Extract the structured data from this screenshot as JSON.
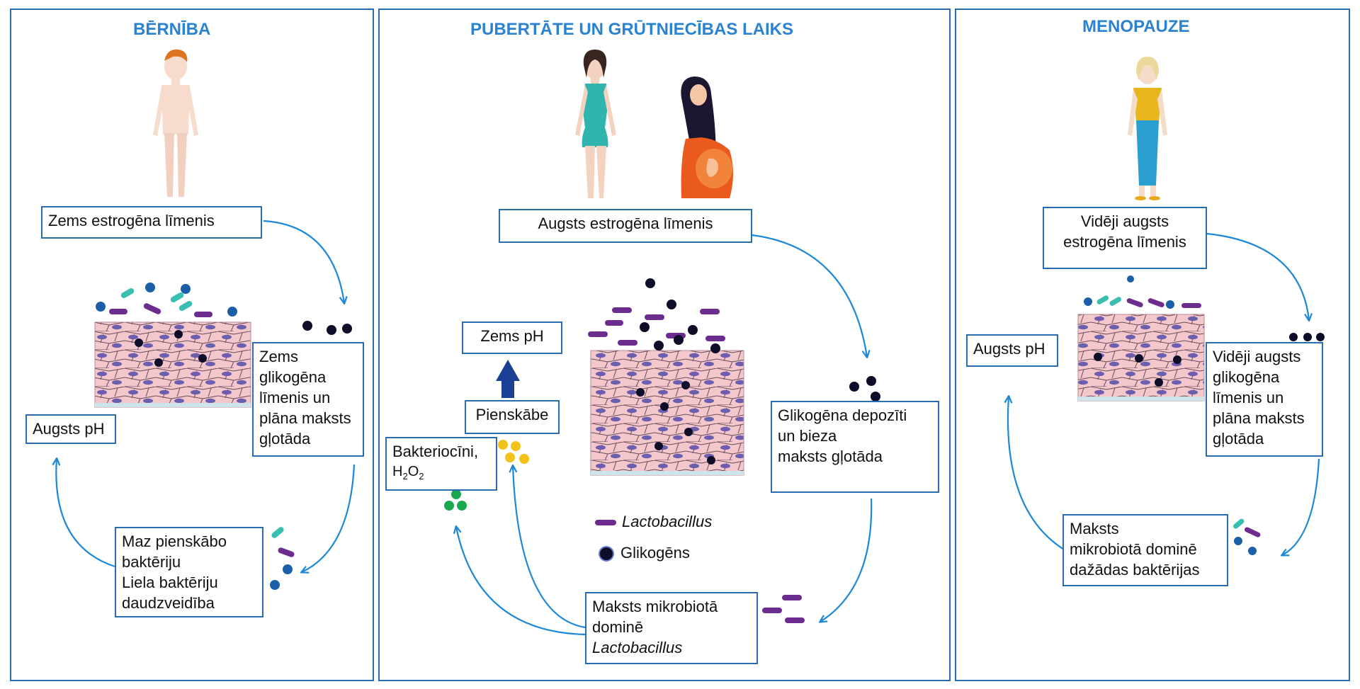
{
  "colors": {
    "frame": "#2a6cb0",
    "title": "#2a82d0",
    "arrow": "#1e88d8",
    "tissue": "#f3c7cc",
    "cell_nucleus": "#6b5fb0",
    "lactobacillus": "#6d2d8f",
    "glycogen": "#0e0e2a",
    "bacteriocin_yellow": "#f2c21a",
    "h2o2_green": "#1aa84e"
  },
  "panels": [
    {
      "title": "BĒRNĪBA",
      "boxes": {
        "estrogen": "Zems estrogēna līmenis",
        "glycogen": "Zems\nglikogēna\nlīmenis un\nplāna maksts\ngļotāda",
        "ph": "Augsts pH",
        "bacteria": "Maz pienskābo\nbaktēriju\nLiela baktēriju\ndaudzveidība"
      }
    },
    {
      "title": "PUBERTĀTE UN GRŪTNIECĪBAS LAIKS",
      "boxes": {
        "estrogen": "Augsts estrogēna līmenis",
        "ph": "Zems pH",
        "lactic": "Pienskābe",
        "glycogen": "Glikogēna depozīti\nun bieza\nmaksts gļotāda",
        "bacteriocins_line1": "Bakteriocīni,",
        "bacteriocins_line2": "H2O2",
        "micro_line1": "Maksts mikrobiotā",
        "micro_line2": "dominē",
        "micro_line3": "Lactobacillus"
      },
      "legend": {
        "lactobacillus": "Lactobacillus",
        "glycogen": "Glikogēns"
      }
    },
    {
      "title": "MENOPAUZE",
      "boxes": {
        "estrogen": "Vidēji augsts\nestrogēna līmenis",
        "ph": "Augsts pH",
        "glycogen": "Vidēji augsts\nglikogēna\nlīmenis un\nplāna maksts\ngļotāda",
        "bacteria": "Maksts\nmikrobiotā dominē\ndažādas baktērijas"
      }
    }
  ]
}
